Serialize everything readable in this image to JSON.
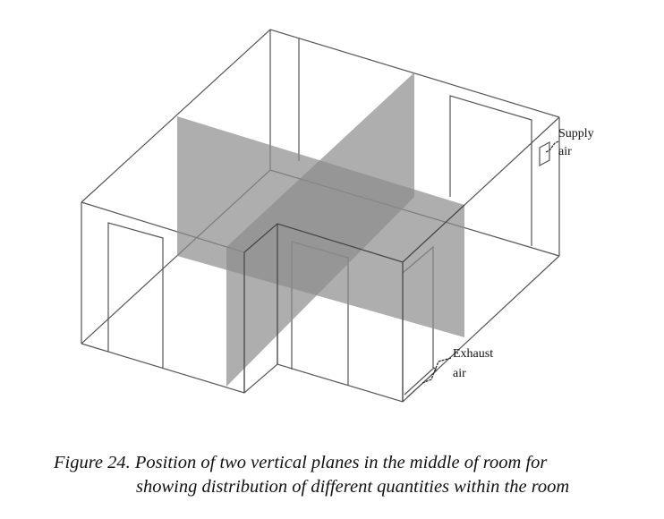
{
  "labels": {
    "supply_line1": "Supply",
    "supply_line2": "air",
    "exhaust_line1": "Exhaust",
    "exhaust_line2": "air"
  },
  "caption": {
    "line1": "Figure 24. Position of two vertical planes in the middle of room for",
    "line2": "showing distribution of different quantities within the room"
  },
  "colors": {
    "plane_fill": "#8c8c8c",
    "line": "#555555"
  }
}
